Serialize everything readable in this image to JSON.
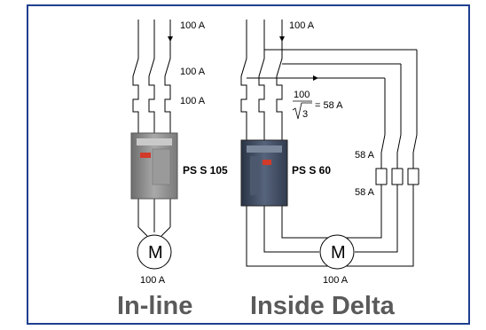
{
  "inline": {
    "current_top": "100 A",
    "current_mid1": "100 A",
    "current_mid2": "100 A",
    "model": "PS S 105",
    "motor_label": "M",
    "motor_current": "100 A",
    "title": "In-line"
  },
  "delta": {
    "current_top": "100 A",
    "formula_numerator": "100",
    "formula_denominator": "3",
    "formula_result": "= 58 A",
    "model": "PS S 60",
    "current_upper": "58 A",
    "current_lower": "58 A",
    "motor_label": "M",
    "motor_current": "100 A",
    "title": "Inside Delta"
  },
  "colors": {
    "frame": "#1f3f8f",
    "title_text": "#5a5a5a",
    "softstarter_inline": "#8c8c8c",
    "softstarter_delta": "#3e4a5e",
    "indicator": "#d23a2a"
  }
}
